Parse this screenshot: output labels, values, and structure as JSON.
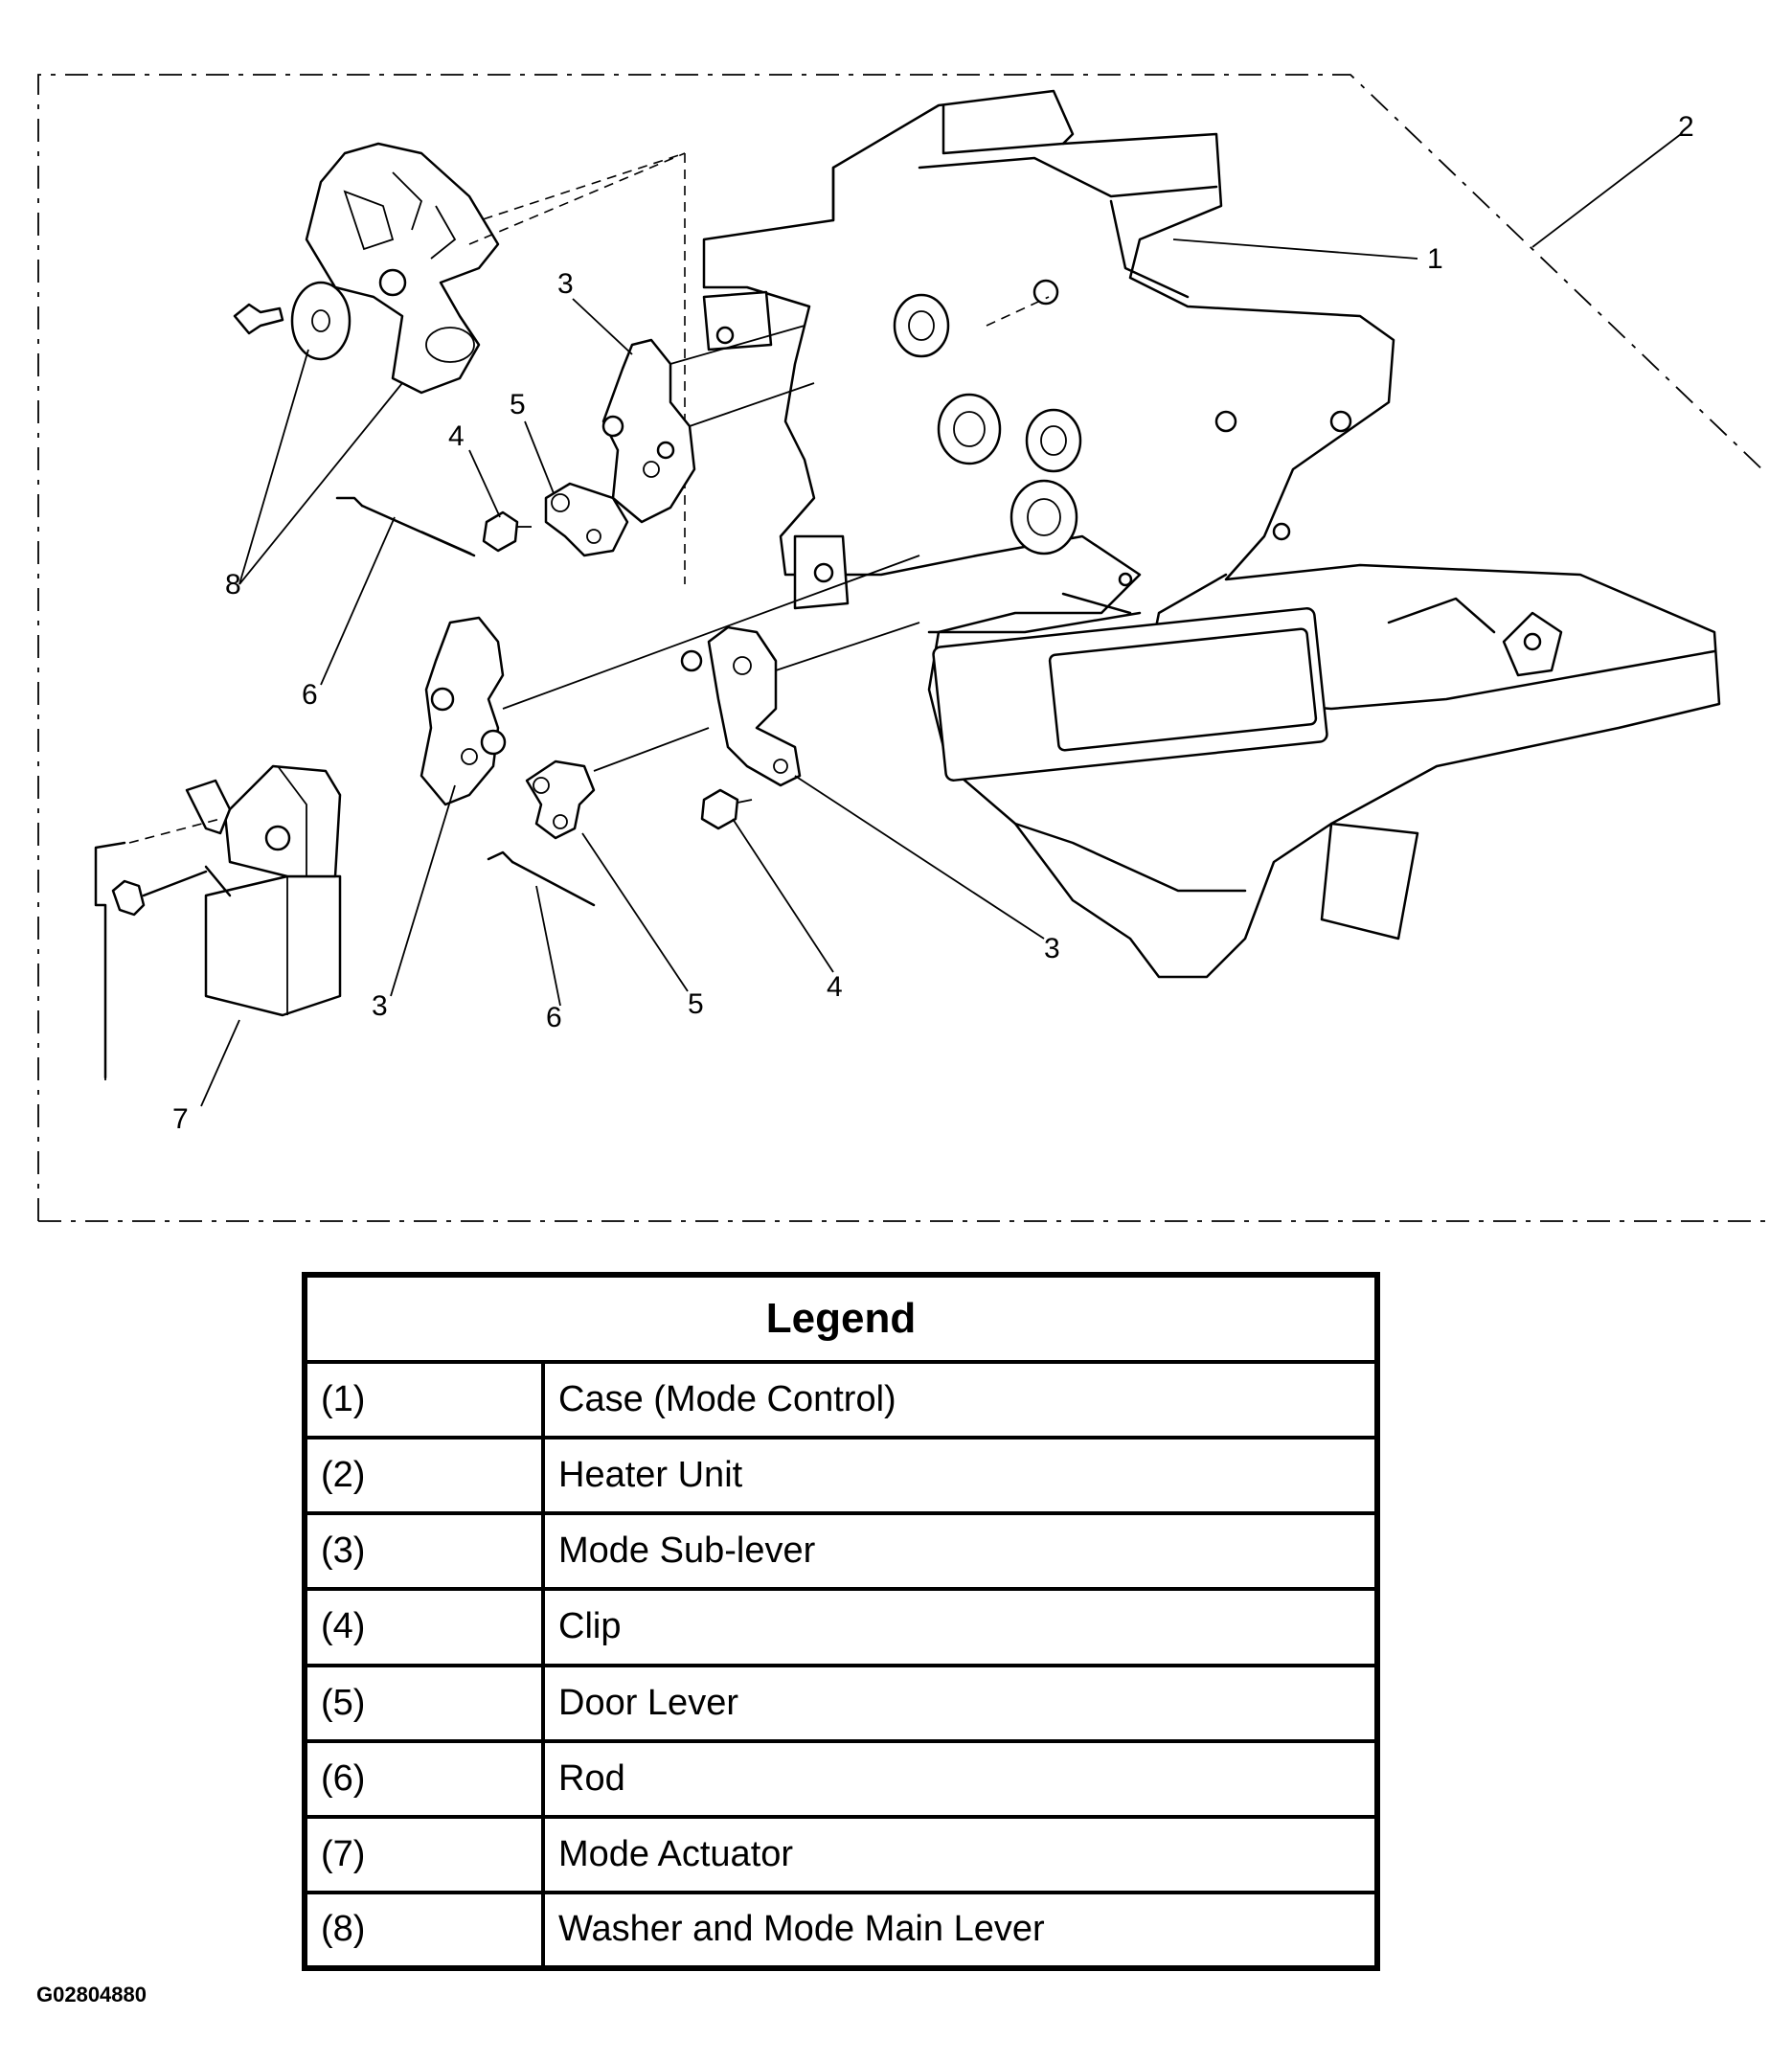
{
  "callouts": [
    "1",
    "2",
    "3",
    "4",
    "5",
    "6",
    "7",
    "8"
  ],
  "legend": {
    "title": "Legend",
    "items": [
      {
        "num": "(1)",
        "label": "Case (Mode Control)"
      },
      {
        "num": "(2)",
        "label": "Heater Unit"
      },
      {
        "num": "(3)",
        "label": "Mode Sub-lever"
      },
      {
        "num": "(4)",
        "label": "Clip"
      },
      {
        "num": "(5)",
        "label": "Door Lever"
      },
      {
        "num": "(6)",
        "label": "Rod"
      },
      {
        "num": "(7)",
        "label": "Mode Actuator"
      },
      {
        "num": "(8)",
        "label": "Washer and Mode Main Lever"
      }
    ]
  },
  "figure_id": "G02804880"
}
